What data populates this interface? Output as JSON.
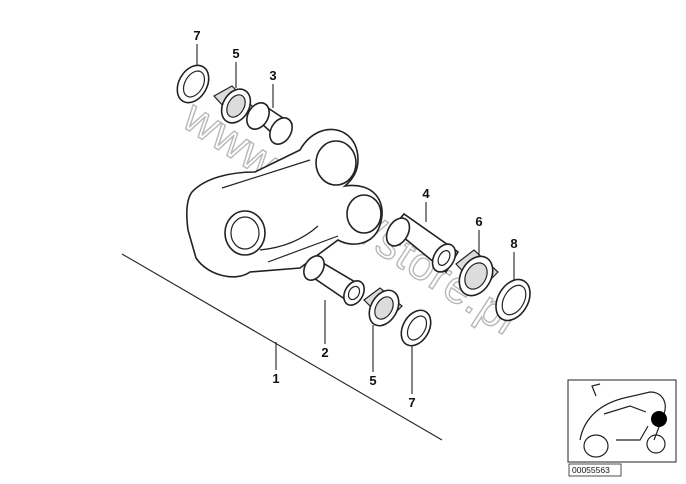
{
  "diagram": {
    "callouts": [
      {
        "id": "c7a",
        "label": "7"
      },
      {
        "id": "c5a",
        "label": "5"
      },
      {
        "id": "c3",
        "label": "3"
      },
      {
        "id": "c4",
        "label": "4"
      },
      {
        "id": "c6",
        "label": "6"
      },
      {
        "id": "c8",
        "label": "8"
      },
      {
        "id": "c2",
        "label": "2"
      },
      {
        "id": "c5b",
        "label": "5"
      },
      {
        "id": "c7b",
        "label": "7"
      },
      {
        "id": "c1",
        "label": "1"
      }
    ],
    "watermark": "www.BMWstore.pl",
    "reference_number": "00055563"
  }
}
